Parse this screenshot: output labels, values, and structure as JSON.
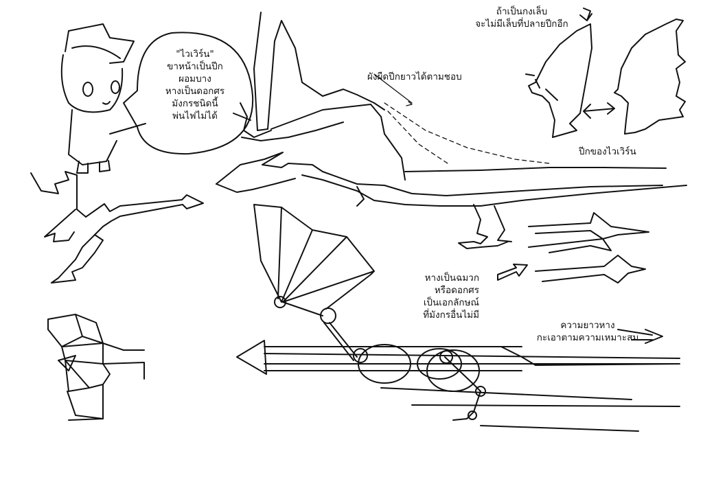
{
  "bubble": {
    "lines": [
      "\"ไวเวิร์น\"",
      "ขาหน้าเป็นปีก",
      "ผอมบาง",
      "หางเป็นดอกศร",
      "มังกรชนิดนี้",
      "พ่นไฟไม่ได้"
    ]
  },
  "notes": {
    "webbing": "ผังผืดปีกยาวได้ตามชอบ",
    "bat_wing": [
      "ถ้าเป็นกงเล็บ",
      "จะไม่มีเล็บที่ปลายปีกอีก"
    ],
    "wyvern_wing": "ปีกของไวเวิร์น",
    "tail_shape": [
      "หางเป็นฉมวก",
      "หรือดอกศร",
      "เป็นเอกลักษณ์",
      "ที่มังกรอื่นไม่มี"
    ],
    "tail_length": [
      "ความยาวหาง",
      "กะเอาตามความเหมาะสม"
    ]
  }
}
